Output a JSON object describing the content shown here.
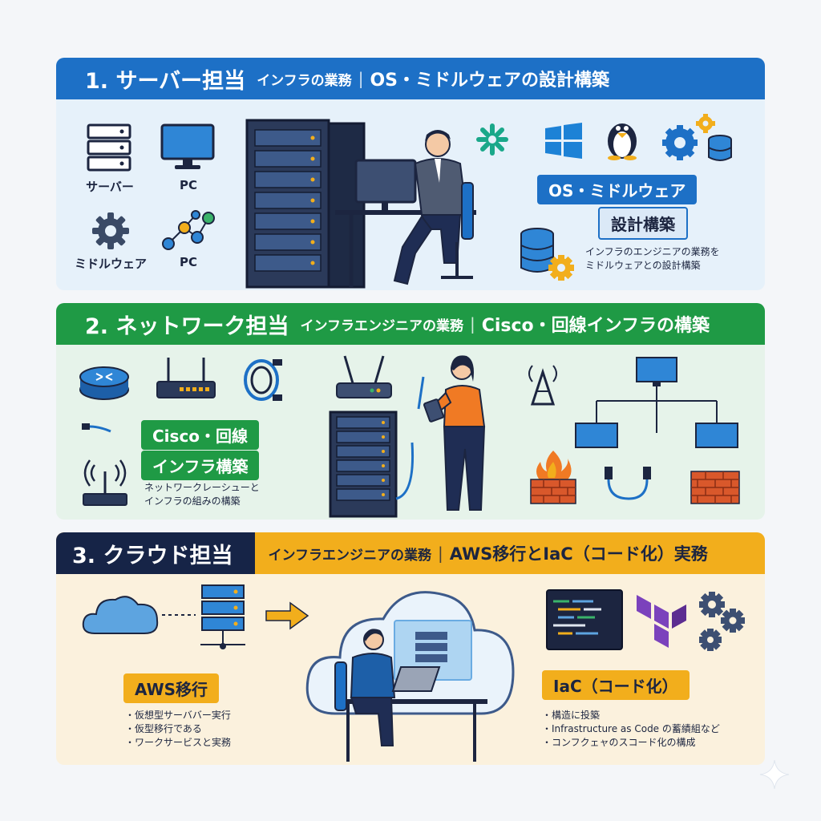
{
  "sections": [
    {
      "header": {
        "title": "1. サーバー担当",
        "sub": "インフラの業務",
        "sep": "|",
        "main": "OS・ミドルウェアの設計構築"
      },
      "icon_labels": [
        "サーバー",
        "PC",
        "ミドルウェア",
        "PC"
      ],
      "pills": [
        "OS・ミドルウェア",
        "設計構築"
      ],
      "notes": [
        "インフラのエンジニアの業務を",
        "ミドルウェアとの設計構築"
      ],
      "icons": [
        "server-stack-icon",
        "monitor-icon",
        "gear-icon",
        "network-nodes-icon",
        "sprout-icon",
        "windows-icon",
        "linux-penguin-icon",
        "gears-database-icon",
        "database-gear-icon"
      ]
    },
    {
      "header": {
        "title": "2. ネットワーク担当",
        "sub": "インフラエンジニアの業務",
        "sep": "|",
        "main": "Cisco・回線インフラの構築"
      },
      "pills": [
        "Cisco・回線",
        "インフラ構築"
      ],
      "notes": [
        "ネットワークレーシューと",
        "インフラの組みの構築"
      ],
      "icons": [
        "router-icon",
        "switch-icon",
        "cable-icon",
        "plug-icon",
        "antenna-icon",
        "wifi-router-icon",
        "server-rack-icon",
        "cell-tower-icon",
        "network-topology-icon",
        "firewall-icon",
        "cable-connector-icon",
        "brick-wall-icon"
      ]
    },
    {
      "header": {
        "title": "3. クラウド担当",
        "sub": "インフラエンジニアの業務",
        "sep": "|",
        "main": "AWS移行とIaC（コード化）実務"
      },
      "pills": [
        "AWS移行",
        "IaC（コード化）"
      ],
      "left_notes": [
        "・仮想型サーババー実行",
        "・仮型移行である",
        "・ワークサービスと実務"
      ],
      "right_notes": [
        "・構造に投築",
        "・Infrastructure as Code の蓄績組など",
        "・コンフクェャのスコード化の構成"
      ],
      "icons": [
        "cloud-icon",
        "server-icon",
        "arrow-right-icon",
        "cloud-worker-icon",
        "code-editor-icon",
        "terraform-icon",
        "gears-icon"
      ]
    }
  ],
  "colors": {
    "server": "#1d70c6",
    "network": "#1f9a45",
    "cloud": "#f2ae1c",
    "navy": "#162447"
  }
}
